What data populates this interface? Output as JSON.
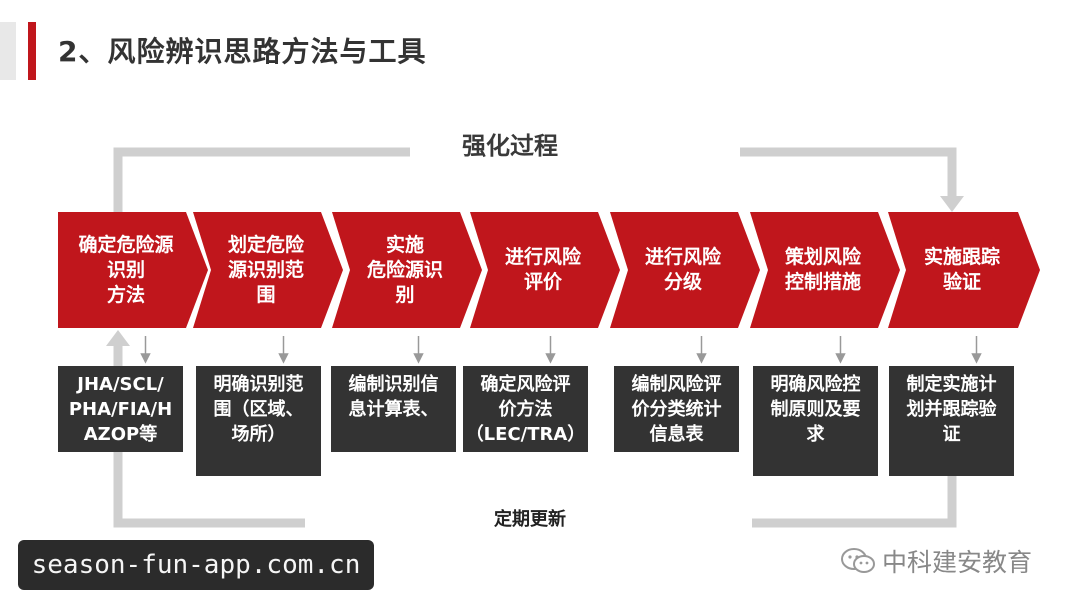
{
  "title": "2、风险辨识思路方法与工具",
  "loop_top_label": "强化过程",
  "loop_bottom_label": "定期更新",
  "steps": [
    {
      "label": "确定危险源\n识别\n方法"
    },
    {
      "label": "划定危险\n源识别范\n围"
    },
    {
      "label": "实施\n危险源识\n别"
    },
    {
      "label": "进行风险\n评价"
    },
    {
      "label": "进行风险\n分级"
    },
    {
      "label": "策划风险\n控制措施"
    },
    {
      "label": "实施跟踪\n验证"
    }
  ],
  "tools": [
    {
      "label": "JHA/SCL/\nPHA/FIA/H\nAZOP等"
    },
    {
      "label": "明确识别范\n围（区域、\n场所）"
    },
    {
      "label": "编制识别信\n息计算表、"
    },
    {
      "label": "确定风险评\n价方法\n（LEC/TRA）"
    },
    {
      "label": "编制风险评\n价分类统计\n信息表"
    },
    {
      "label": "明确风险控\n制原则及要\n求"
    },
    {
      "label": "制定实施计\n划并跟踪验\n证"
    }
  ],
  "colors": {
    "accent": "#c0161c",
    "dark_box": "#333333",
    "loop_line": "#cfcfcf"
  },
  "watermark_left": "season-fun-app.com.cn",
  "watermark_right": "中科建安教育",
  "watermark_icon": "wechat-icon"
}
